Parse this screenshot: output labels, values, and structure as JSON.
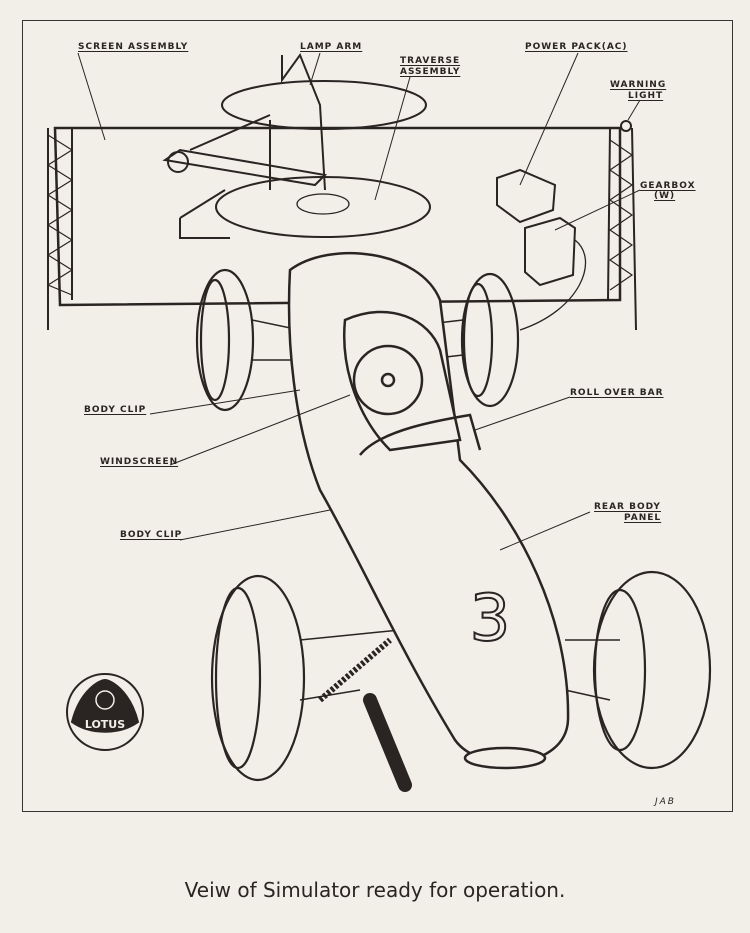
{
  "labels": {
    "screen_assembly": "SCREEN  ASSEMBLY",
    "lamp_arm": "LAMP ARM",
    "traverse_1": "TRAVERSE",
    "traverse_2": "ASSEMBLY",
    "power_pack": "POWER  PACK(AC)",
    "warning_1": "WARNING",
    "warning_2": "LIGHT",
    "gearbox_1": "GEARBOX",
    "gearbox_2": "(W)",
    "roll_over_bar": "ROLL OVER BAR",
    "body_clip_1": "BODY  CLIP",
    "windscreen": "WINDSCREEN",
    "body_clip_2": "BODY  CLIP",
    "rear_body_1": "REAR BODY",
    "rear_body_2": "PANEL"
  },
  "car_number": "3",
  "logo_text": "LOTUS",
  "signature": "JAB",
  "caption": "Veiw of Simulator ready for operation."
}
